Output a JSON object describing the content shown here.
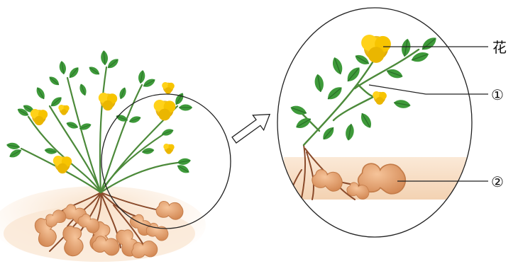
{
  "labels": {
    "flower": "花",
    "part1": "①",
    "part2": "②"
  },
  "icons": {
    "arrow": "hollow-right-arrow-icon",
    "plant": "peanut-plant",
    "zoom": "magnified-view-oval"
  },
  "colors": {
    "leaf": "#3f9a3a",
    "leaf_dark": "#2d7a2b",
    "stem": "#4c8a3a",
    "flower": "#f2c200",
    "flower_edge": "#d39b00",
    "peanut": "#e8a673",
    "peanut_shadow": "#c9824f",
    "root": "#8a4a2a",
    "soil": "#f6dcbf",
    "outline": "#222222"
  }
}
